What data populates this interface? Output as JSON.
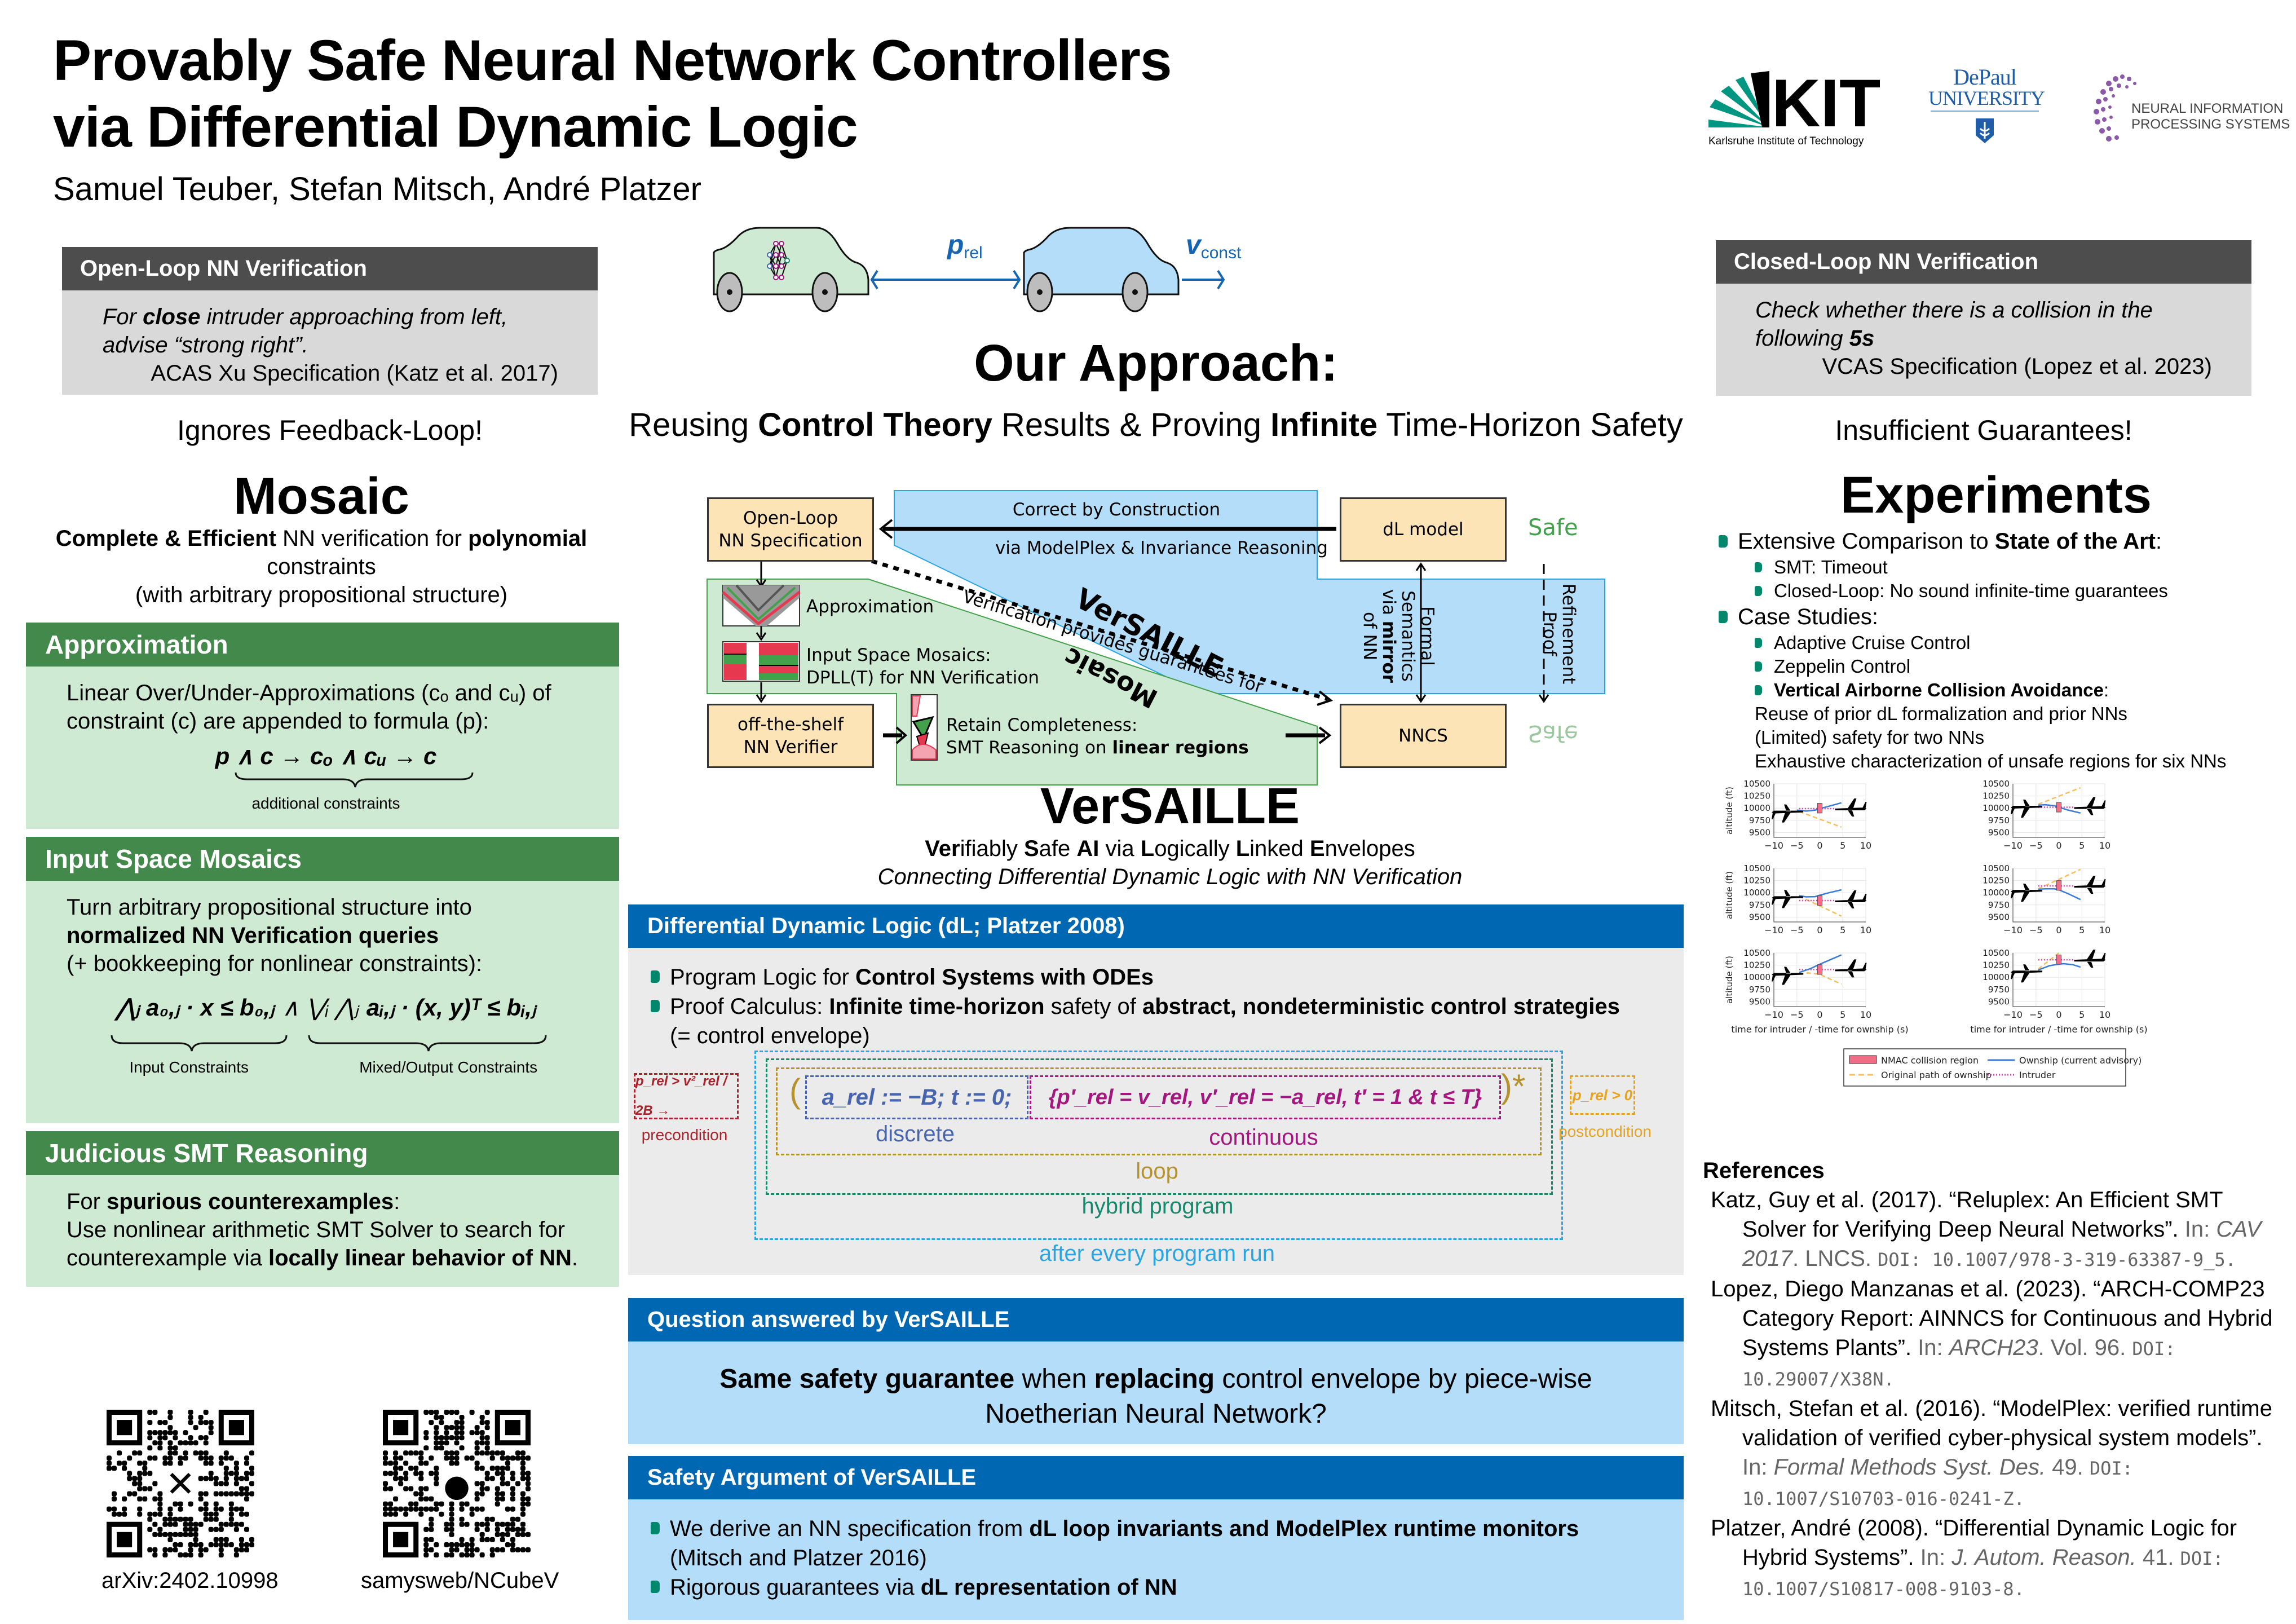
{
  "header": {
    "title_line1": "Provably Safe Neural Network Controllers",
    "title_line2": "via Differential Dynamic Logic",
    "authors": "Samuel Teuber, Stefan Mitsch, André Platzer",
    "logos": {
      "kit": {
        "wordmark": "KIT",
        "subtitle": "Karlsruhe Institute of Technology"
      },
      "depaul": {
        "line1": "DePaul",
        "line2": "University"
      },
      "neurips": {
        "line1": "NEURAL INFORMATION",
        "line2": "PROCESSING SYSTEMS"
      }
    }
  },
  "open_loop": {
    "header": "Open-Loop NN Verification",
    "text_pre": "For ",
    "text_bold": "close",
    "text_post": " intruder approaching from left, advise “strong right”.",
    "citation": "ACAS Xu Specification (Katz et al. 2017)",
    "verdict": "Ignores Feedback-Loop!"
  },
  "closed_loop": {
    "header": "Closed-Loop NN Verification",
    "text_pre": "Check whether there is a collision in the following ",
    "text_bold": "5s",
    "citation": "VCAS Specification (Lopez et al. 2023)",
    "verdict": "Insufficient Guarantees!"
  },
  "cars": {
    "p_label": "p",
    "p_sub": "rel",
    "v_label": "v",
    "v_sub": "const",
    "colors": {
      "ego": "#cfead2",
      "lead": "#b3ddf8",
      "arrow": "#1565b3"
    }
  },
  "approach": {
    "title": "Our Approach:",
    "sub_parts": [
      {
        "t": "Reusing ",
        "b": false
      },
      {
        "t": "Control Theory",
        "b": true
      },
      {
        "t": " Results & Proving ",
        "b": false
      },
      {
        "t": "Infinite",
        "b": true
      },
      {
        "t": " Time-Horizon Safety",
        "b": false
      }
    ]
  },
  "mosaic": {
    "title": "Mosaic",
    "sub_bold1": "Complete & Efficient",
    "sub_mid": " NN verification for ",
    "sub_bold2": "polynomial",
    "sub_line2": "constraints",
    "sub_line3": "(with arbitrary propositional structure)",
    "approximation": {
      "header": "Approximation",
      "text": "Linear Over/Under-Approximations (cₒ and cᵤ) of constraint (c) are appended to formula (p):",
      "formula": "p  ∧ c → cₒ  ∧  cᵤ → c",
      "brace_label": "additional constraints"
    },
    "input_space": {
      "header": "Input Space Mosaics",
      "line1": "Turn arbitrary propositional structure into",
      "line2_bold": "normalized NN Verification queries",
      "line3": "(+ bookkeeping for nonlinear constraints):",
      "formula_left": "⋀ⱼ a₀,ⱼ · x ≤ b₀,ⱼ",
      "formula_mid": "∧ ⋁ᵢ ⋀ⱼ",
      "formula_right": "aᵢ,ⱼ · (x, y)ᵀ ≤ bᵢ,ⱼ",
      "brace_left": "Input Constraints",
      "brace_right": "Mixed/Output Constraints"
    },
    "smt": {
      "header": "Judicious SMT Reasoning",
      "line1_pre": "For ",
      "line1_bold": "spurious counterexamples",
      "line1_post": ":",
      "line2": "Use nonlinear arithmetic SMT Solver to search for",
      "line3_pre": "counterexample via ",
      "line3_bold": "locally linear behavior of NN",
      "line3_post": "."
    }
  },
  "qr": [
    {
      "label": "arXiv:2402.10998",
      "center_icon": "x-logo-icon"
    },
    {
      "label": "samysweb/NCubeV",
      "center_icon": "github-icon"
    }
  ],
  "diagram": {
    "boxes": {
      "open_loop_spec": "Open-Loop\nNN Specification",
      "dl_model": "dL model",
      "off_the_shelf": "off-the-shelf\nNN Verifier",
      "nncs": "NNCS"
    },
    "correct_by_construction": "Correct by Construction",
    "via_modelplex": "via ModelPlex & Invariance Reasoning",
    "safe_top": "Safe",
    "safe_bottom": "Safe",
    "versaille_diag": "VerSAILLE",
    "mosaic_diag": "Mosaic",
    "verification_guarantees": "Verification provides guarantees for",
    "approximation": "Approximation",
    "input_space_1": "Input Space Mosaics:",
    "input_space_2": "DPLL(T) for NN Verification",
    "retain_1": "Retain Completeness:",
    "retain_2_pre": "SMT Reasoning on ",
    "retain_2_bold": "linear regions",
    "formal_semantics": "Formal Semantics",
    "via_mirror_pre": "via ",
    "via_mirror_bold": "mirror",
    "of_nn": "of NN",
    "refinement_proof": "Refinement Proof"
  },
  "versaille": {
    "title": "VerSAILLE",
    "acronym_parts": [
      {
        "t": "Ver",
        "b": true
      },
      {
        "t": "ifiably ",
        "b": false
      },
      {
        "t": "S",
        "b": true
      },
      {
        "t": "afe ",
        "b": false
      },
      {
        "t": "AI",
        "b": true
      },
      {
        "t": " via ",
        "b": false
      },
      {
        "t": "L",
        "b": true
      },
      {
        "t": "ogically ",
        "b": false
      },
      {
        "t": "L",
        "b": true
      },
      {
        "t": "inked ",
        "b": false
      },
      {
        "t": "E",
        "b": true
      },
      {
        "t": "nvelopes",
        "b": false
      }
    ],
    "tagline": "Connecting Differential Dynamic Logic with NN Verification"
  },
  "dl_section": {
    "header": "Differential Dynamic Logic (dL; Platzer 2008)",
    "bullet1_pre": "Program Logic for ",
    "bullet1_bold": "Control Systems with ODEs",
    "bullet2_pre": "Proof Calculus: ",
    "bullet2_bold1": "Infinite time-horizon",
    "bullet2_mid": " safety of ",
    "bullet2_bold2": "abstract, nondeterministic control strategies",
    "bullet2_post": "(= control envelope)",
    "formula": {
      "precondition": "p_rel > v²_rel / 2B →",
      "discrete": "a_rel := −B; t := 0;",
      "continuous": "{p′_rel = v_rel, v′_rel = −a_rel, t′ = 1 & t ≤ T}",
      "postcondition": "p_rel > 0",
      "labels": {
        "precondition": "precondition",
        "discrete": "discrete",
        "continuous": "continuous",
        "loop": "loop",
        "hybrid_program": "hybrid program",
        "after_every_run": "after every program run",
        "postcondition": "postcondition"
      },
      "colors": {
        "precondition": "#a8232c",
        "discrete": "#4764b0",
        "continuous": "#a3177e",
        "loop": "#b5922d",
        "hybrid_program": "#16896d",
        "after_every_run": "#2aa5e1",
        "postcondition": "#e8a31c"
      }
    }
  },
  "question": {
    "header": "Question answered by VerSAILLE",
    "parts": [
      {
        "t": "Same safety guarantee",
        "b": true
      },
      {
        "t": " when ",
        "b": false
      },
      {
        "t": "replacing",
        "b": true
      },
      {
        "t": " control envelope by piece-wise Noetherian Neural Network?",
        "b": false
      }
    ]
  },
  "safety_argument": {
    "header": "Safety Argument of VerSAILLE",
    "bullet1_pre": "We derive an NN specification from ",
    "bullet1_bold": "dL loop invariants and ModelPlex runtime monitors",
    "bullet1_post": "(Mitsch and Platzer 2016)",
    "bullet2_pre": "Rigorous guarantees via ",
    "bullet2_bold": "dL representation of NN"
  },
  "experiments": {
    "title": "Experiments",
    "item1_pre": "Extensive Comparison to ",
    "item1_bold": "State of the Art",
    "item1_post": ":",
    "item1_sub": [
      "SMT: Timeout",
      "Closed-Loop: No sound infinite-time guarantees"
    ],
    "item2": "Case Studies:",
    "item2_sub": [
      "Adaptive Cruise Control",
      "Zeppelin Control"
    ],
    "vcas_bold": "Vertical Airborne Collision Avoidance",
    "vcas_post": ":",
    "vcas_details": [
      "Reuse of prior dL formalization and prior NNs",
      "(Limited) safety for two NNs",
      "Exhaustive characterization of unsafe regions for six NNs"
    ]
  },
  "chart_data": {
    "type": "line",
    "layout": "3x2 grid of small multiples",
    "xlabel": "time for intruder / -time for ownship (s)",
    "ylabel": "altitude (ft)",
    "xlim": [
      -10,
      10
    ],
    "ylim": [
      9400,
      10500
    ],
    "xticks": [
      -10,
      -5,
      0,
      5,
      10
    ],
    "yticks": [
      9500,
      9750,
      10000,
      10250,
      10500
    ],
    "grid": true,
    "legend_position": "bottom-center",
    "legend": [
      {
        "name": "NMAC collision region",
        "style": "rect",
        "color": "#f26d85"
      },
      {
        "name": "Ownship (current advisory)",
        "style": "solid",
        "color": "#3a7bd5"
      },
      {
        "name": "Original path of ownship",
        "style": "dashed",
        "color": "#f9be5a"
      },
      {
        "name": "Intruder",
        "style": "dotted",
        "color": "#d63fb0"
      }
    ],
    "panels": [
      {
        "nmac": [
          9900,
          10100
        ],
        "intruder_alt": 9990,
        "ownship": [
          [
            -5,
            9960
          ],
          [
            -3,
            9940
          ],
          [
            -1,
            9960
          ],
          [
            0,
            9990
          ],
          [
            2,
            10040
          ],
          [
            4.7,
            10110
          ]
        ],
        "original": [
          [
            -4.5,
            9930
          ],
          [
            4.7,
            9610
          ]
        ]
      },
      {
        "nmac": [
          9920,
          10120
        ],
        "intruder_alt": 10020,
        "ownship": [
          [
            -4.5,
            10060
          ],
          [
            -3,
            10070
          ],
          [
            -1,
            10050
          ],
          [
            0,
            10020
          ],
          [
            2,
            9960
          ],
          [
            4.7,
            9900
          ]
        ],
        "original": [
          [
            -4.5,
            10080
          ],
          [
            4.7,
            10420
          ]
        ]
      },
      {
        "nmac": [
          9740,
          9940
        ],
        "intruder_alt": 9840,
        "ownship": [
          [
            -4.5,
            9940
          ],
          [
            -3,
            9915
          ],
          [
            -1,
            9920
          ],
          [
            0,
            9950
          ],
          [
            2,
            10000
          ],
          [
            4.7,
            10060
          ]
        ],
        "original": [
          [
            -4.5,
            9930
          ],
          [
            4.7,
            9520
          ]
        ]
      },
      {
        "nmac": [
          10050,
          10250
        ],
        "intruder_alt": 10140,
        "ownship": [
          [
            -4.5,
            10070
          ],
          [
            -3,
            10080
          ],
          [
            -1,
            10080
          ],
          [
            0,
            10060
          ],
          [
            2,
            9980
          ],
          [
            4.7,
            9860
          ]
        ],
        "original": [
          [
            -4.5,
            10080
          ],
          [
            4.7,
            10480
          ]
        ]
      },
      {
        "nmac": [
          10060,
          10260
        ],
        "intruder_alt": 10160,
        "ownship": [
          [
            -4.5,
            10100
          ],
          [
            -2,
            10180
          ],
          [
            0,
            10270
          ],
          [
            2,
            10350
          ],
          [
            4.7,
            10460
          ]
        ],
        "original": [
          [
            -4.5,
            10070
          ],
          [
            -2.5,
            10090
          ],
          [
            0,
            10060
          ],
          [
            4.7,
            9860
          ]
        ]
      },
      {
        "nmac": [
          10270,
          10460
        ],
        "intruder_alt": 10360,
        "ownship": [
          [
            -4.5,
            10150
          ],
          [
            -2,
            10240
          ],
          [
            0,
            10270
          ],
          [
            1,
            10280
          ],
          [
            3,
            10260
          ],
          [
            4.7,
            10210
          ]
        ],
        "original": [
          [
            -4.5,
            10170
          ],
          [
            0,
            10500
          ]
        ]
      }
    ]
  },
  "references": {
    "title": "References",
    "items": [
      {
        "main": "Katz, Guy et al. (2017). “Reluplex: An Efficient SMT Solver for Verifying Deep Neural Networks”.",
        "in": " In: ",
        "venue": "CAV 2017",
        "rest": ". LNCS. ",
        "doi_label": "DOI: ",
        "doi": "10.1007/978-3-319-63387-9_5",
        "end": "."
      },
      {
        "main": "Lopez, Diego Manzanas et al. (2023). “ARCH-COMP23 Category Report: AINNCS for Continuous and Hybrid Systems Plants”.",
        "in": " In: ",
        "venue": "ARCH23",
        "rest": ". Vol. 96. ",
        "doi_label": "DOI: ",
        "doi": "10.29007/X38N",
        "end": "."
      },
      {
        "main": "Mitsch, Stefan et al. (2016). “ModelPlex: verified runtime validation of verified cyber-physical system models”.",
        "in": " In: ",
        "venue": "Formal Methods Syst. Des.",
        "rest": " 49. ",
        "doi_label": "DOI: ",
        "doi": "10.1007/S10703-016-0241-Z",
        "end": "."
      },
      {
        "main": "Platzer, André (2008). “Differential Dynamic Logic for Hybrid Systems”.",
        "in": " In: ",
        "venue": "J. Autom. Reason.",
        "rest": " 41. ",
        "doi_label": "DOI: ",
        "doi": "10.1007/S10817-008-9103-8",
        "end": "."
      }
    ]
  }
}
